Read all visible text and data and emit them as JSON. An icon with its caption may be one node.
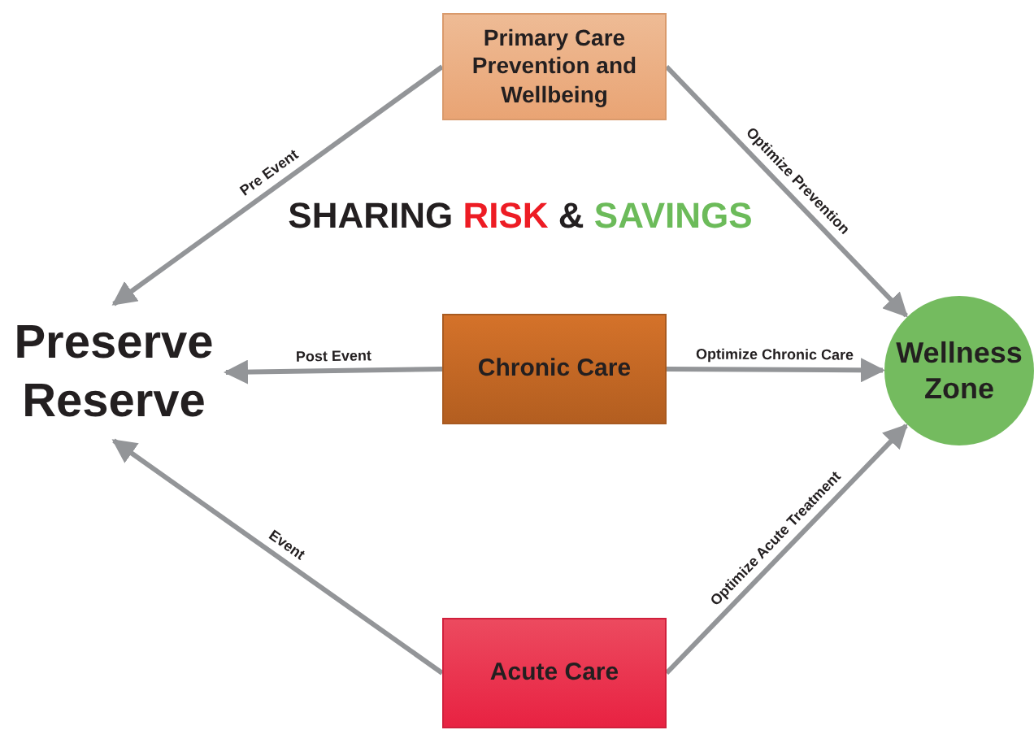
{
  "diagram": {
    "title": "SHARING RISK & SAVINGS",
    "nodes": [
      {
        "text": [
          "Primary Care Prevention and Wellbeing"
        ]
      },
      {
        "text": [
          "Preserve Reserve"
        ]
      },
      {
        "text": [
          "Chronic Care"
        ]
      },
      {
        "text": [
          "Wellness Zone"
        ]
      },
      {
        "text": [
          "Acute Care"
        ]
      }
    ],
    "edges": [
      {
        "from": 0,
        "to": 1,
        "arrow": "to",
        "label": "Pre Event"
      },
      {
        "from": 0,
        "to": 3,
        "arrow": "to",
        "label": "Optimize Prevention"
      },
      {
        "from": 2,
        "to": 1,
        "arrow": "to",
        "label": "Post Event"
      },
      {
        "from": 2,
        "to": 3,
        "arrow": "to",
        "label": "Optimize Chronic Care"
      },
      {
        "from": 4,
        "to": 1,
        "arrow": "to",
        "label": "Event"
      },
      {
        "from": 4,
        "to": 3,
        "arrow": "to",
        "label": "Optimize Acute Treatment"
      }
    ]
  }
}
